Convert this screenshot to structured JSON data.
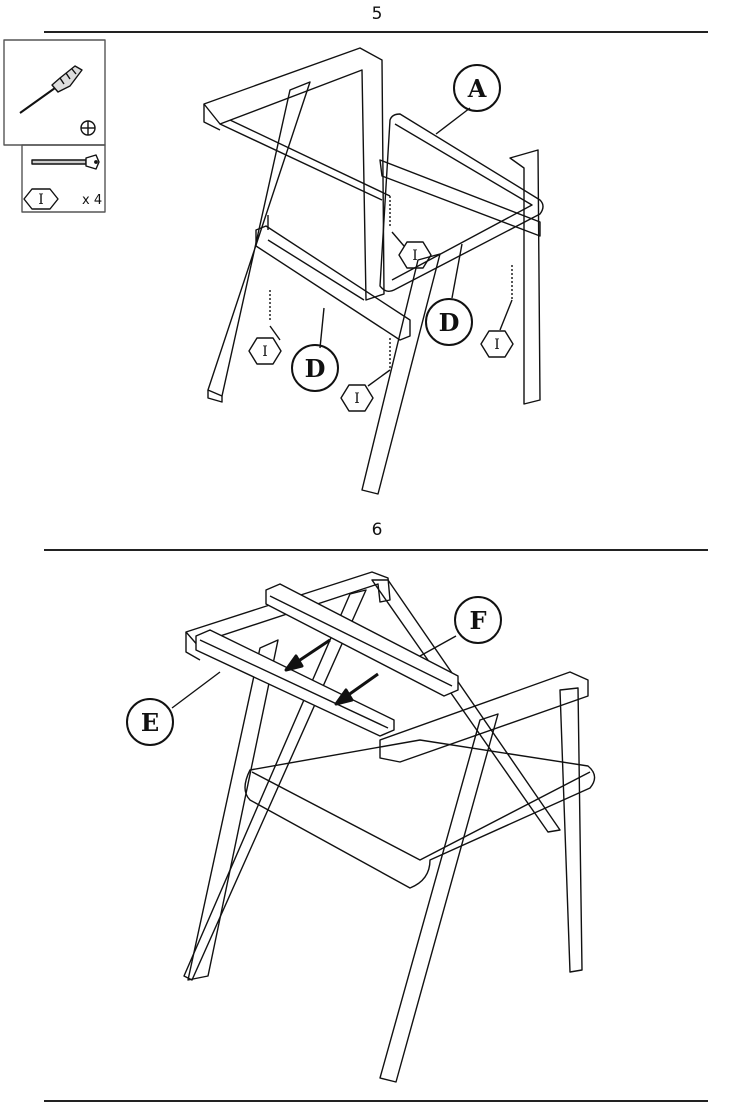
{
  "steps": [
    {
      "number": "5",
      "callouts": {
        "a": "A",
        "d1": "D",
        "d2": "D"
      },
      "hardware_label": "I"
    },
    {
      "number": "6",
      "callouts": {
        "e": "E",
        "f": "F"
      }
    }
  ],
  "parts_box": {
    "tool_icon": "phillips-screwdriver",
    "screw_label": "I",
    "quantity": "x 4"
  }
}
